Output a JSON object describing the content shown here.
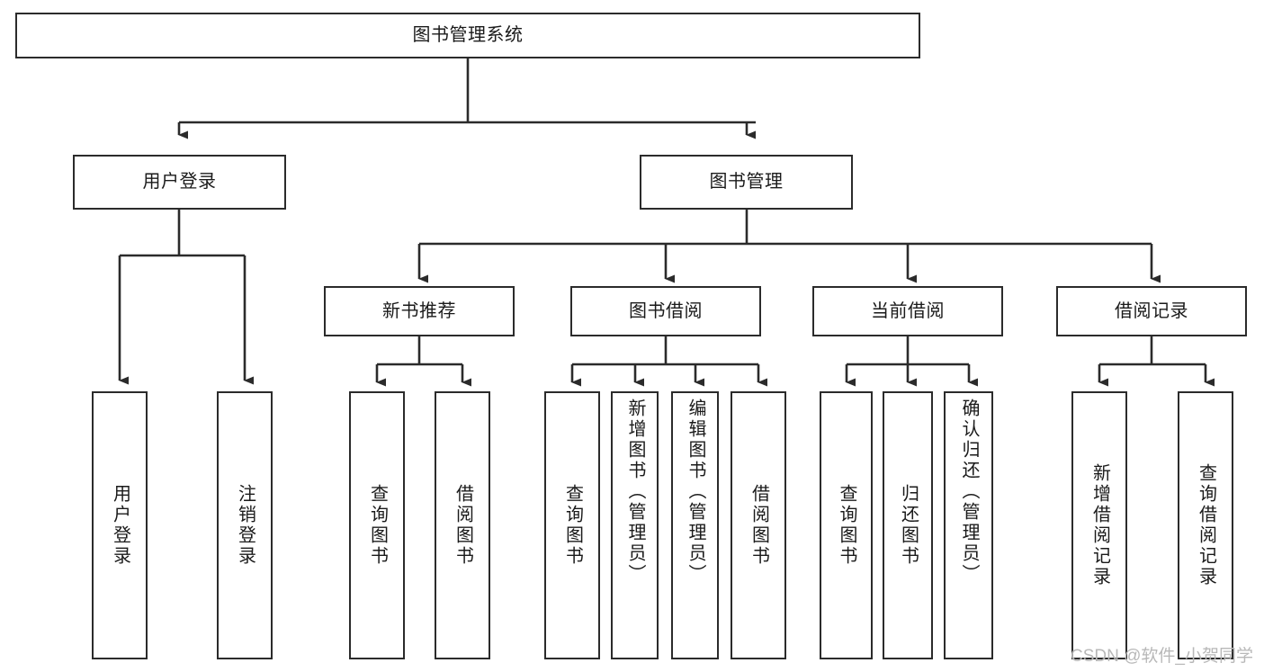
{
  "diagram": {
    "title": "图书管理系统",
    "type": "功能结构图",
    "watermark": "CSDN @软件_小贺同学",
    "colors": {
      "stroke": "#2b2b2b",
      "fill": "#ffffff",
      "text": "#1a1a1a",
      "watermark": "#b8b8b8"
    },
    "root": {
      "id": "root",
      "label": "图书管理系统"
    },
    "level2": [
      {
        "id": "user-login",
        "label": "用户登录"
      },
      {
        "id": "book-management",
        "label": "图书管理"
      }
    ],
    "level3": [
      {
        "id": "new-book-recommend",
        "label": "新书推荐",
        "parent": "book-management"
      },
      {
        "id": "book-borrow",
        "label": "图书借阅",
        "parent": "book-management"
      },
      {
        "id": "current-borrow",
        "label": "当前借阅",
        "parent": "book-management"
      },
      {
        "id": "borrow-record",
        "label": "借阅记录",
        "parent": "book-management"
      }
    ],
    "leaves": [
      {
        "id": "leaf-user-login",
        "label": "用户登录",
        "parent": "user-login"
      },
      {
        "id": "leaf-logout-login",
        "label": "注销登录",
        "parent": "user-login"
      },
      {
        "id": "leaf-query-book-1",
        "label": "查询图书",
        "parent": "new-book-recommend"
      },
      {
        "id": "leaf-borrow-book-1",
        "label": "借阅图书",
        "parent": "new-book-recommend"
      },
      {
        "id": "leaf-query-book-2",
        "label": "查询图书",
        "parent": "book-borrow"
      },
      {
        "id": "leaf-add-book",
        "label": "新增图书（管理员）",
        "parent": "book-borrow"
      },
      {
        "id": "leaf-edit-book",
        "label": "编辑图书（管理员）",
        "parent": "book-borrow"
      },
      {
        "id": "leaf-borrow-book-2",
        "label": "借阅图书",
        "parent": "book-borrow"
      },
      {
        "id": "leaf-query-book-3",
        "label": "查询图书",
        "parent": "current-borrow"
      },
      {
        "id": "leaf-return-book",
        "label": "归还图书",
        "parent": "current-borrow"
      },
      {
        "id": "leaf-confirm-return",
        "label": "确认归还（管理员）",
        "parent": "current-borrow"
      },
      {
        "id": "leaf-add-record",
        "label": "新增借阅记录",
        "parent": "borrow-record"
      },
      {
        "id": "leaf-query-record",
        "label": "查询借阅记录",
        "parent": "borrow-record"
      }
    ]
  }
}
